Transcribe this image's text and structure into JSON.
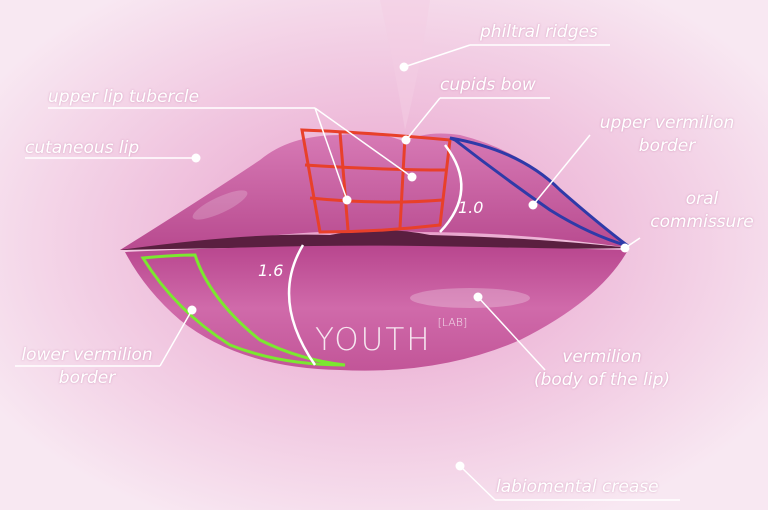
{
  "labels": {
    "philtral_ridges": "philtral ridges",
    "upper_lip_tubercle": "upper lip tubercle",
    "cupids_bow": "cupids bow",
    "cutaneous_lip": "cutaneous lip",
    "upper_vermilion_border_1": "upper vermilion",
    "upper_vermilion_border_2": "border",
    "oral_commissure_1": "oral",
    "oral_commissure_2": "commissure",
    "lower_vermilion_border_1": "lower vermilion",
    "lower_vermilion_border_2": "border",
    "vermilion_1": "vermilion",
    "vermilion_2": "(body of the lip)",
    "labiomental_crease": "labiomental crease"
  },
  "ratios": {
    "upper": "1.0",
    "lower": "1.6"
  },
  "logo": {
    "main": "YOUTH",
    "sub": "[LAB]"
  },
  "colors": {
    "lip": "#c95aa0",
    "upper_outline": "#e8402a",
    "border_outline": "#2f3aa8",
    "lower_outline": "#7be830"
  }
}
